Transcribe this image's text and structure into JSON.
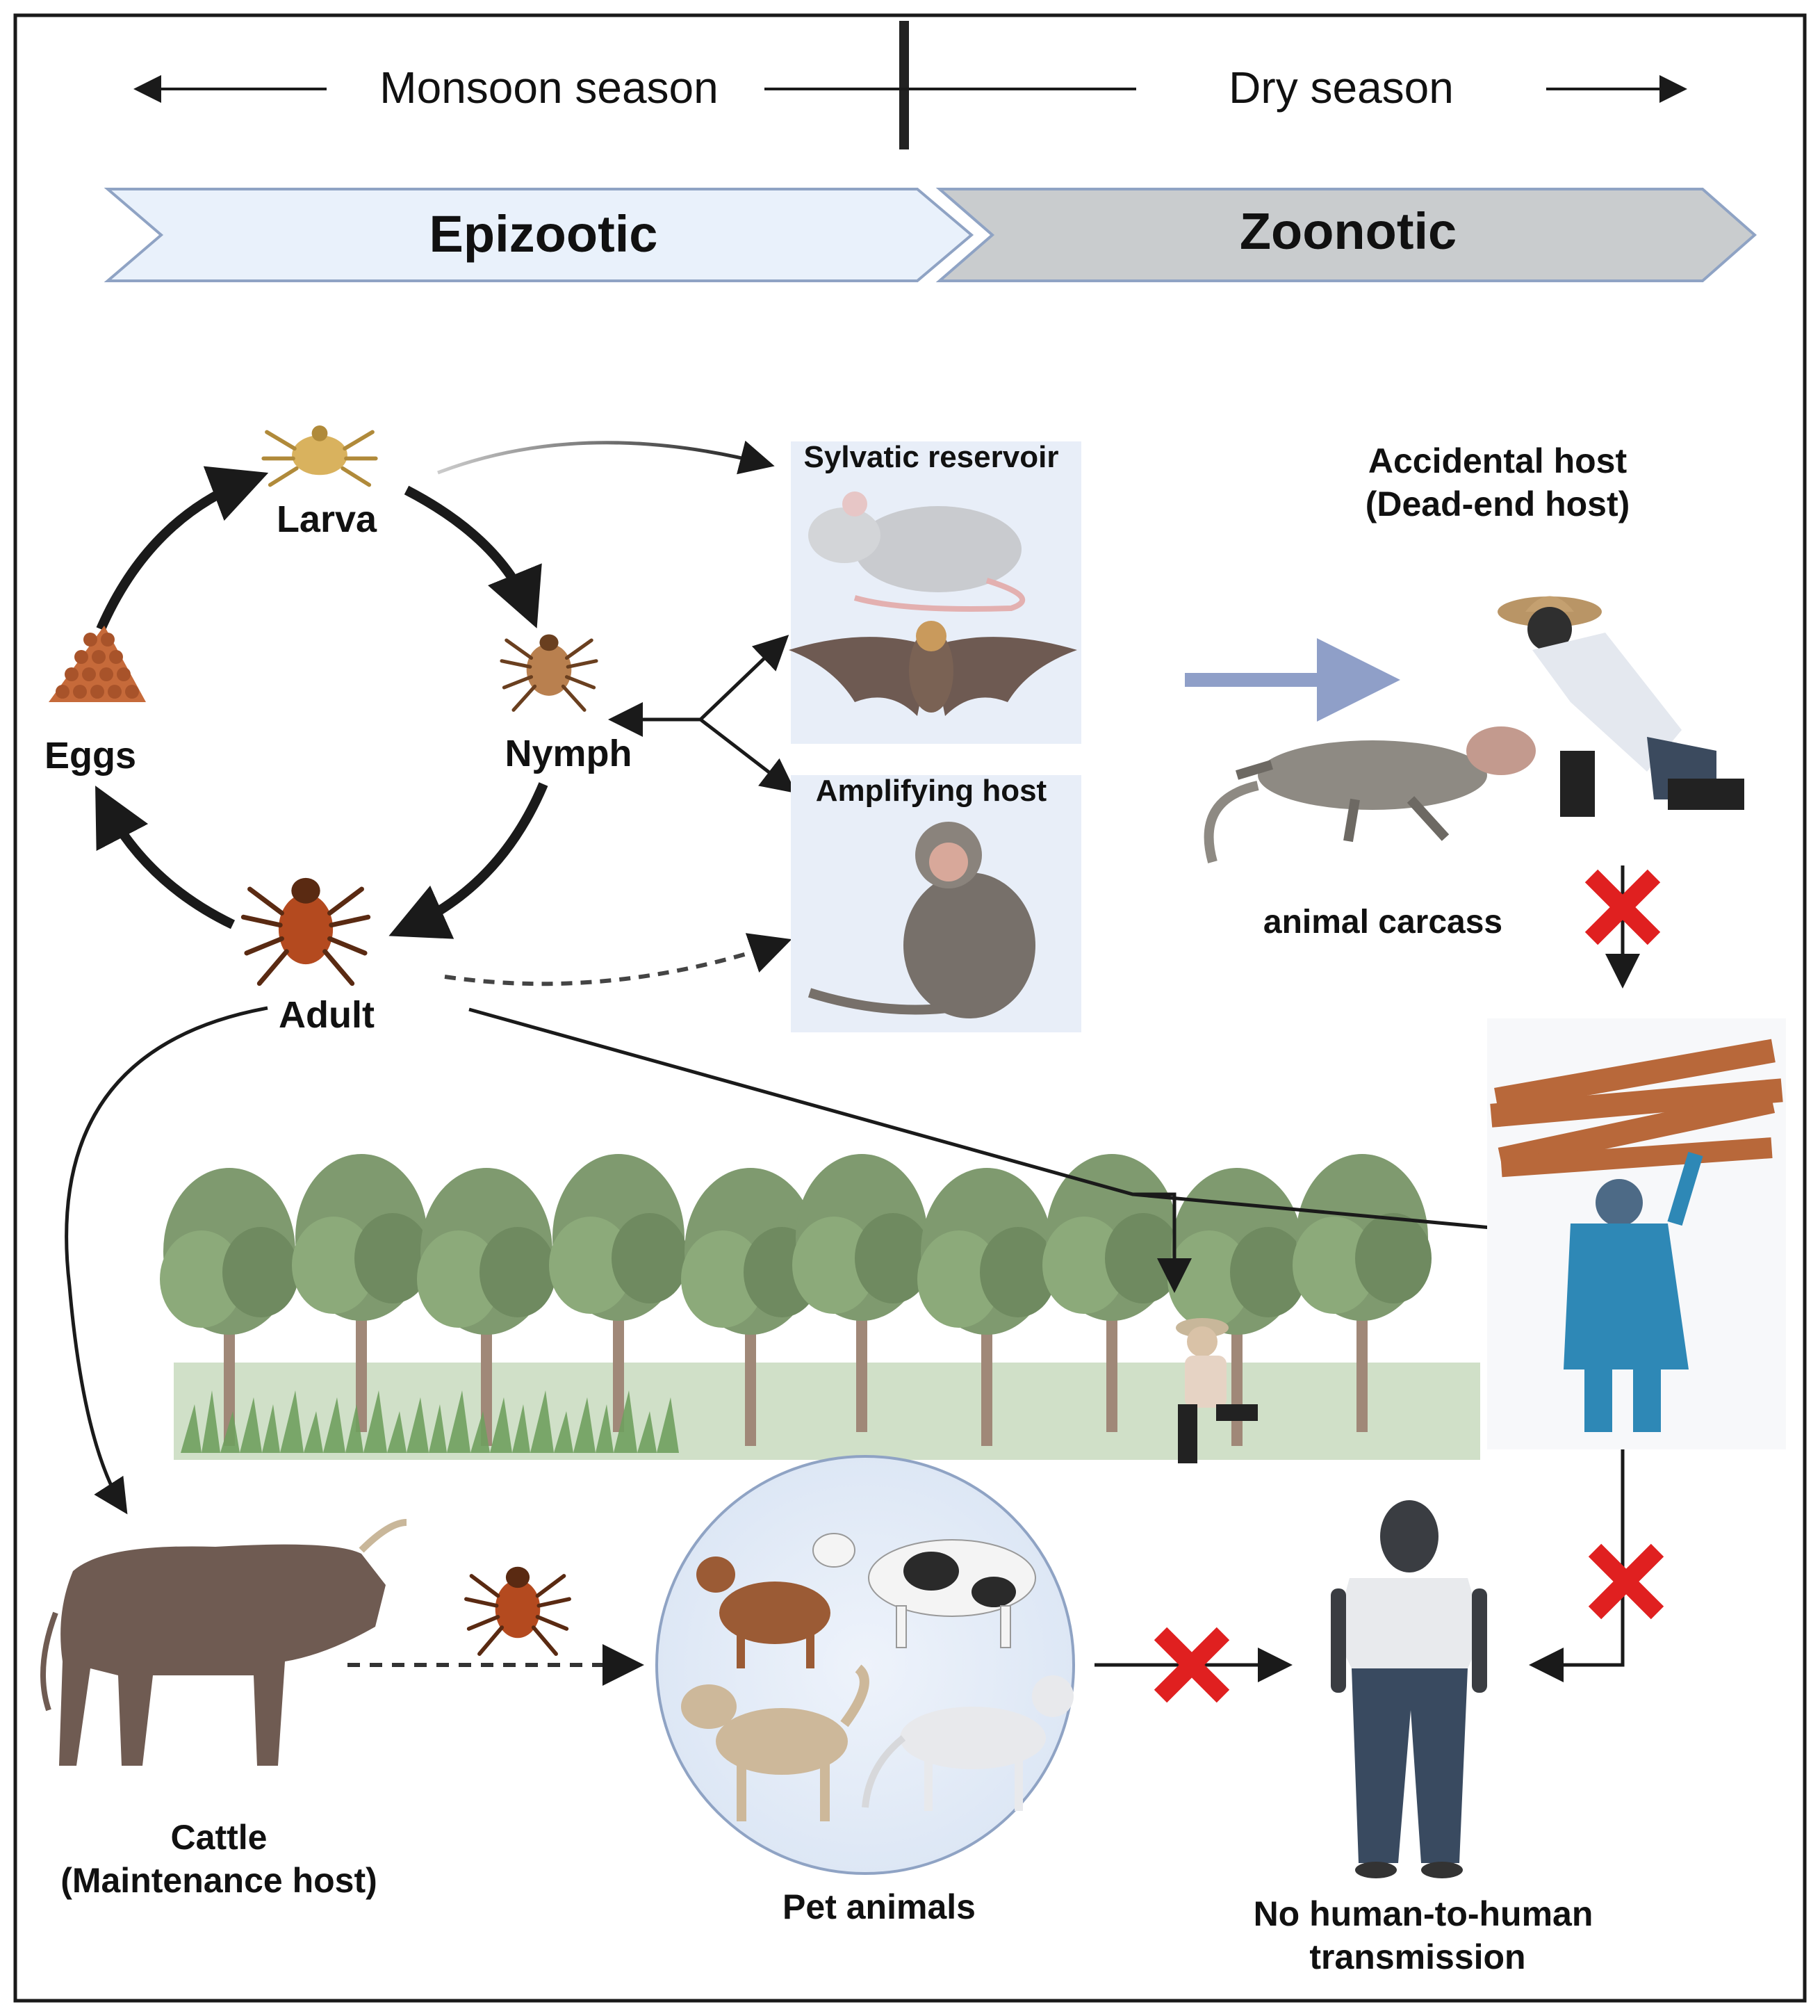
{
  "season_bar": {
    "left_label": "Monsoon season",
    "right_label": "Dry season"
  },
  "phases": {
    "left": "Epizootic",
    "right": "Zoonotic"
  },
  "tick_cycle": {
    "larva": "Larva",
    "nymph": "Nymph",
    "adult": "Adult",
    "eggs": "Eggs"
  },
  "hosts": {
    "sylvatic_reservoir": "Sylvatic reservoir",
    "amplifying_host": "Amplifying host",
    "accidental_host_line1": "Accidental host",
    "accidental_host_line2": "(Dead-end host)",
    "animal_carcass": "animal carcass",
    "cattle_line1": "Cattle",
    "cattle_line2": "(Maintenance host)",
    "pet_animals": "Pet animals",
    "no_h2h_line1": "No human-to-human",
    "no_h2h_line2": "transmission"
  },
  "colors": {
    "epizootic_fill": "#e9f1fb",
    "zoonotic_fill": "#c9ccce",
    "chevron_stroke": "#8fa3c4",
    "host_panel": "#e8eef8",
    "red_cross": "#e02020",
    "tick_brown": "#b44a1f",
    "arrow_dark": "#1a1a1a",
    "blue_arrow": "#8f9fc8"
  }
}
